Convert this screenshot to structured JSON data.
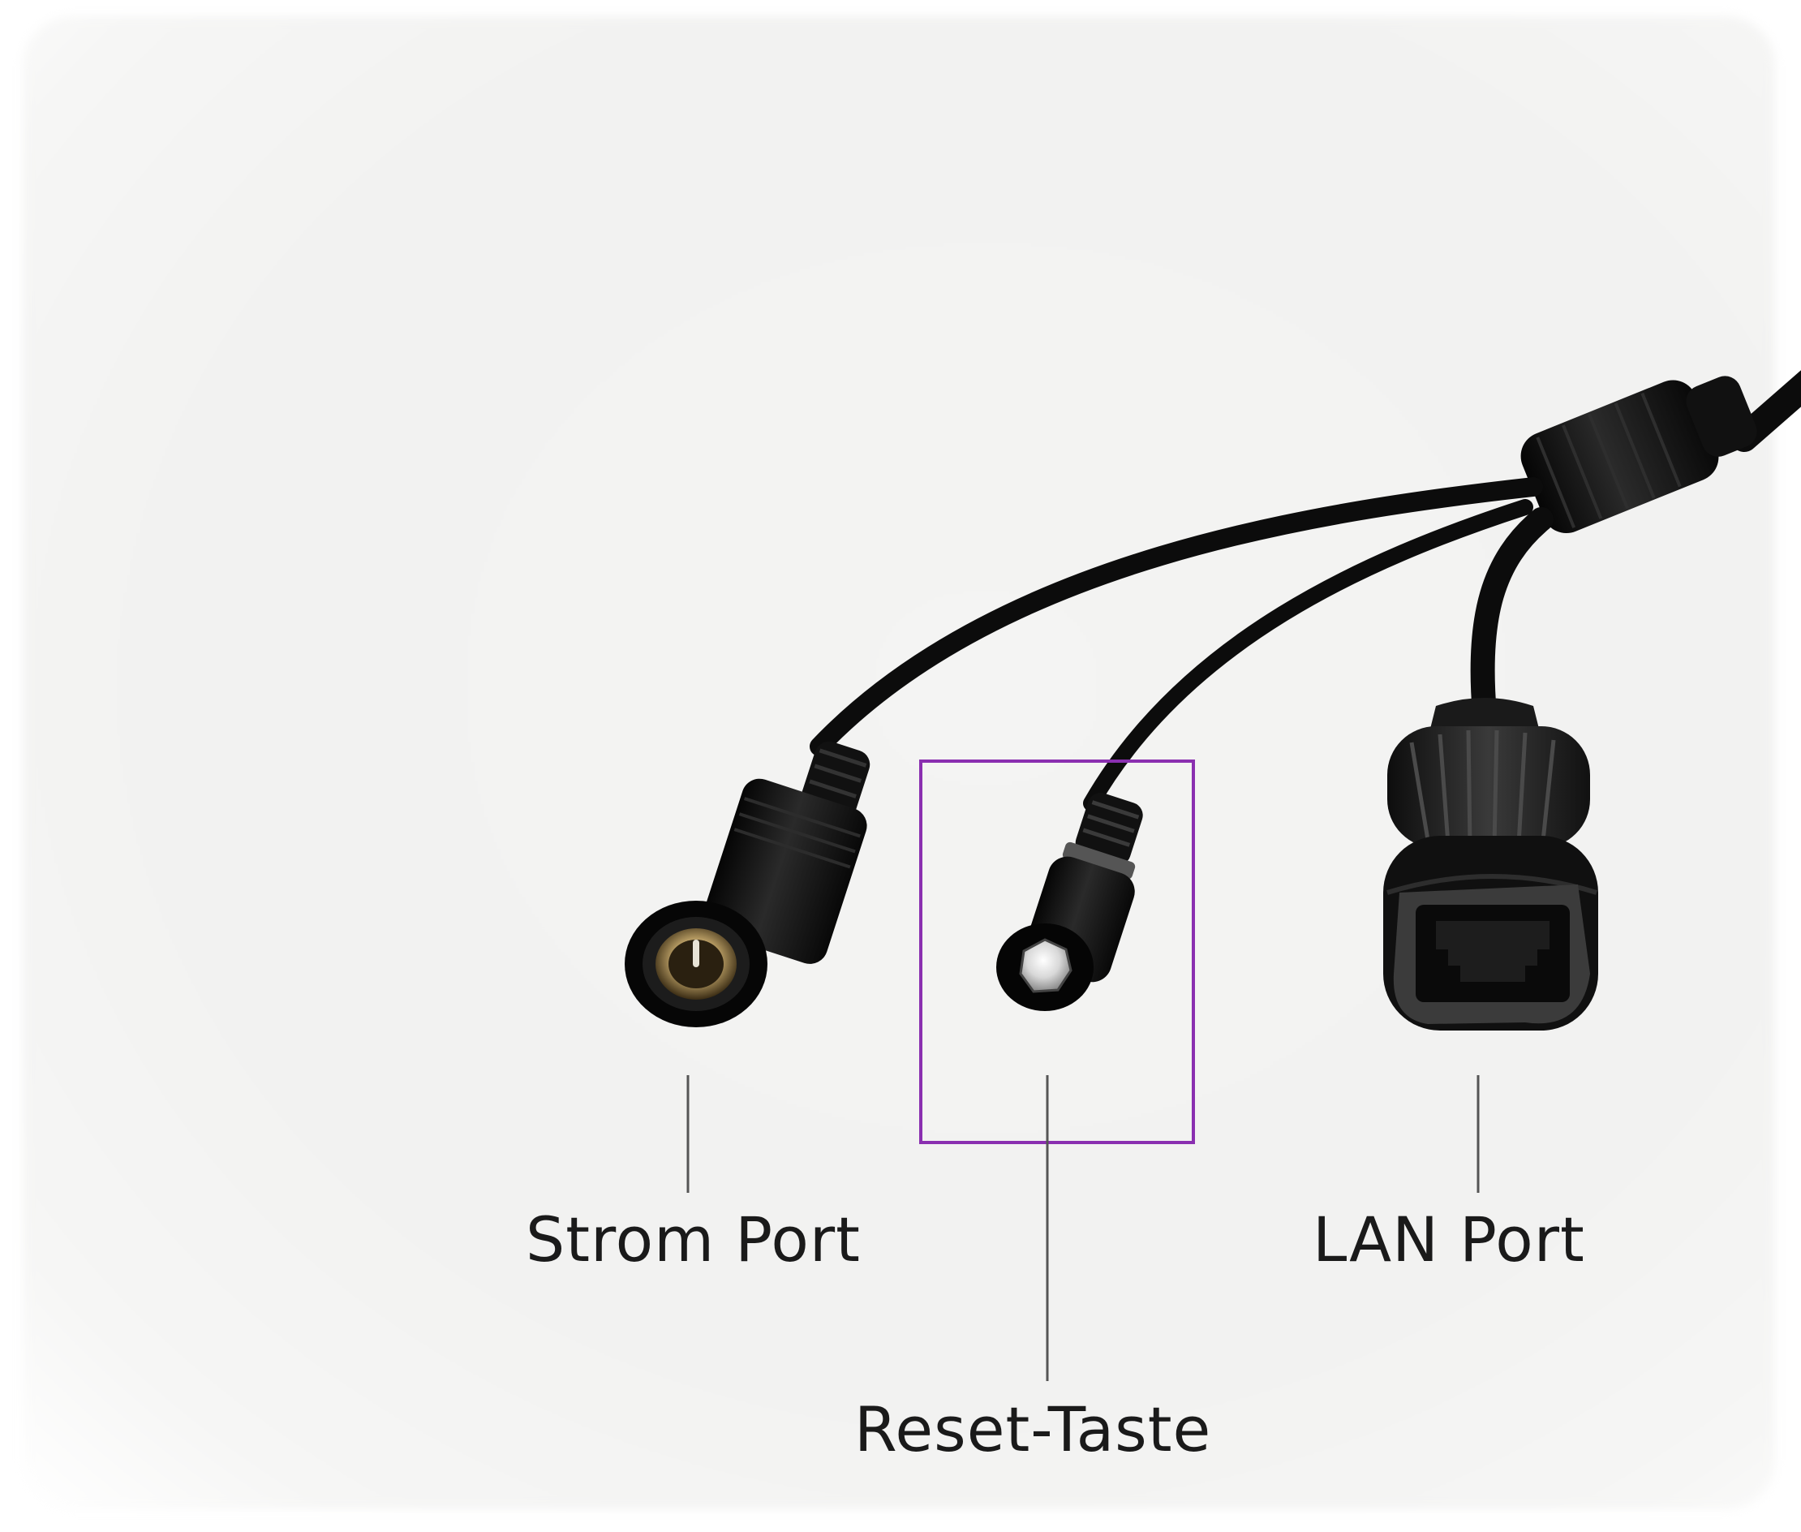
{
  "labels": {
    "power_port": "Strom Port",
    "reset_button": "Reset-Taste",
    "lan_port": "LAN Port"
  },
  "colors": {
    "highlight": "#8a2fb0",
    "cable": "#0c0c0c",
    "leader_line": "#555555",
    "text": "#1a1a1a"
  },
  "highlight_target": "reset_button"
}
